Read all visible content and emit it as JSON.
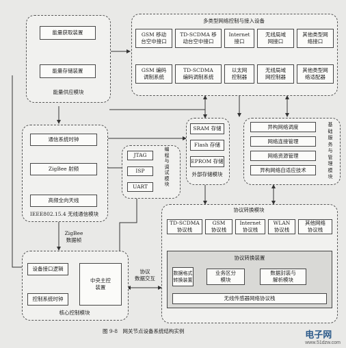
{
  "energy": {
    "acquire": "能量获取装置",
    "store": "能量存储装置",
    "module": "能量供应模块"
  },
  "multi_net": {
    "title": "多类型网络控制与接入设备",
    "top": [
      "GSM 移动\n台空中接口",
      "TD-SCDMA 移\n动台空中接口",
      "Internet\n接口",
      "无线局域\n网接口",
      "其他类型网\n络接口"
    ],
    "bottom": [
      "GSM 编码\n调制系统",
      "TD-SCDMA\n编码调制系统",
      "以太网\n控制器",
      "无线局域\n网控制器",
      "其他类型网\n络适配器"
    ]
  },
  "zigbee": {
    "clock": "通信系统时钟",
    "rf": "ZigBee 射频",
    "antenna": "高频全向天线",
    "module": "IEEE802.15.4 无线通信模块",
    "frame": "ZigBee\n数据帧"
  },
  "storage": {
    "sram": "SRAM 存储",
    "flash": "Flash 存储",
    "eprom": "EPROM 存储",
    "module": "外部存储模块"
  },
  "debug": {
    "items": [
      "JTAG",
      "ISP",
      "UART"
    ],
    "module": "编\n程\n与\n调\n试\n模\n块"
  },
  "basic": {
    "items": [
      "异构网络调度",
      "网络连接管理",
      "网络资源管理",
      "异构网络自适应技术"
    ],
    "module": "基\n础\n服\n务\n与\n管\n理\n模\n块"
  },
  "protocol": {
    "title": "协议转换模块",
    "stacks": [
      "TD-SCDMA\n协议栈",
      "GSM\n协议栈",
      "Internet\n协议栈",
      "WLAN\n协议栈",
      "其他网络\n协议栈"
    ],
    "device": "协议转换装置",
    "format": "数据格式\n转换装置",
    "business": "业务区分\n模块",
    "pack": "数据封装与\n解析模块",
    "sensor_stack": "无线传感器网络协议栈"
  },
  "core": {
    "interface": "设备接口逻辑",
    "clock": "控制系统时钟",
    "cpu": "中央主控\n装置",
    "module": "核心控制模块",
    "exchange": "协议\n数据交互"
  },
  "caption": "图 9-8　网关节点设备系统结构实例",
  "watermark": {
    "brand": "电子网",
    "site": "www.51dzw.com"
  }
}
